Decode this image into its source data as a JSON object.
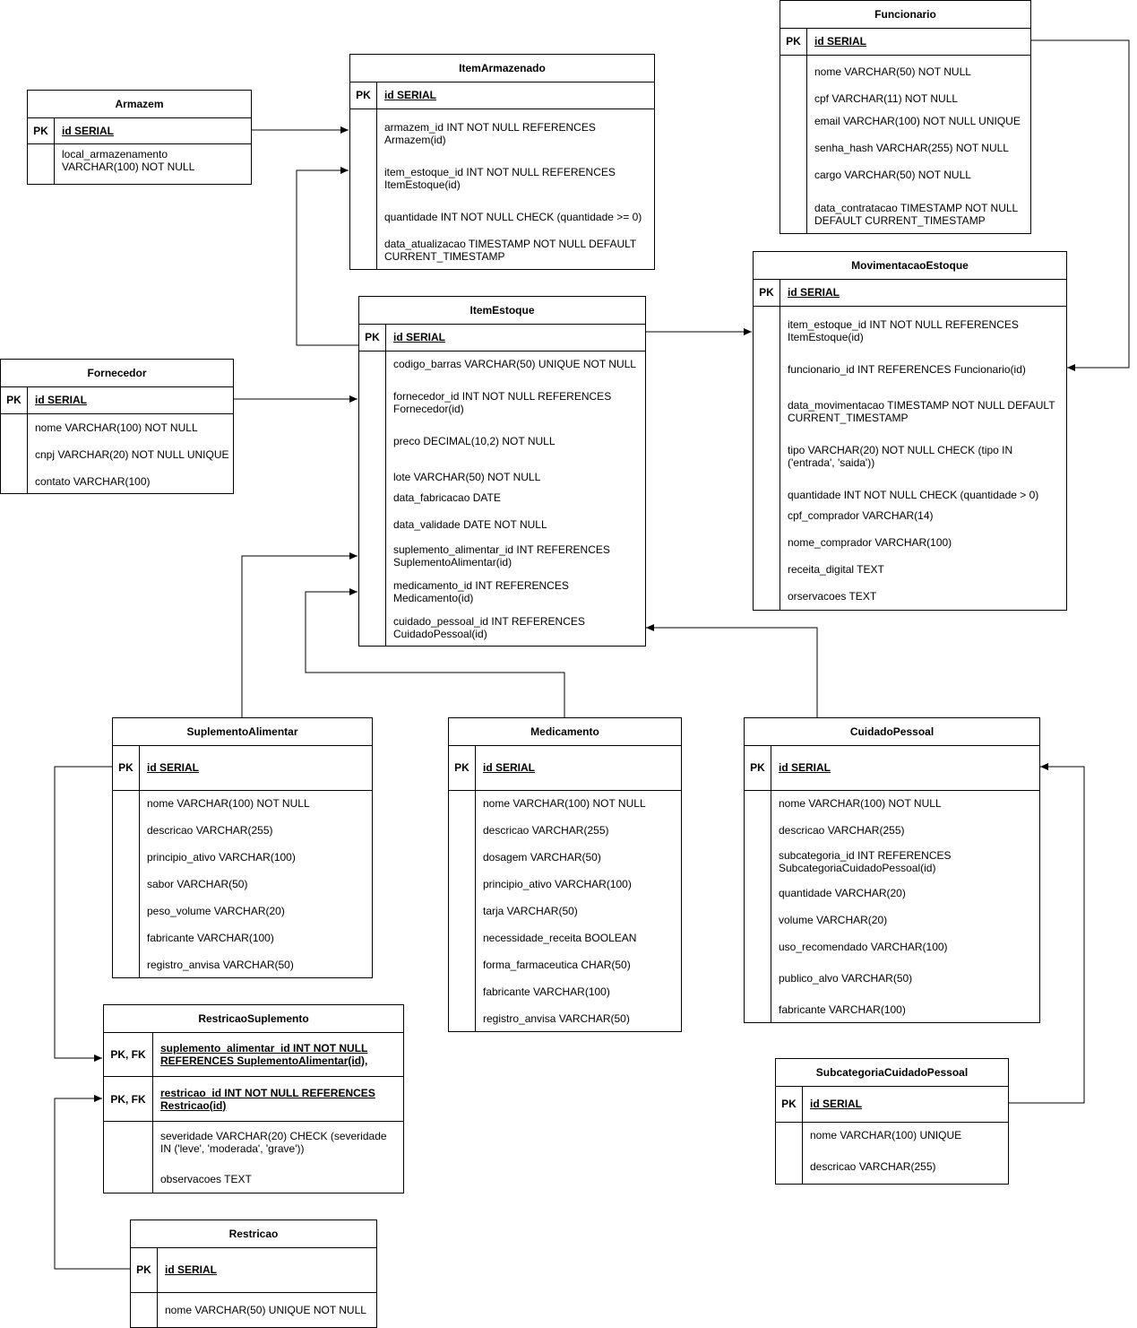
{
  "entities": {
    "funcionario": {
      "title": "Funcionario",
      "key_label": "PK",
      "pk": "id SERIAL",
      "attrs": [
        "nome VARCHAR(50) NOT NULL",
        "cpf VARCHAR(11) NOT NULL",
        "email VARCHAR(100)  NOT NULL UNIQUE",
        "senha_hash VARCHAR(255) NOT NULL",
        "cargo VARCHAR(50) NOT NULL",
        "data_contratacao TIMESTAMP NOT NULL DEFAULT CURRENT_TIMESTAMP"
      ]
    },
    "itemarmazenado": {
      "title": "ItemArmazenado",
      "key_label": "PK",
      "pk": "id SERIAL",
      "attrs": [
        "armazem_id INT NOT NULL REFERENCES Armazem(id)",
        "item_estoque_id INT NOT NULL REFERENCES ItemEstoque(id)",
        "quantidade INT NOT NULL CHECK (quantidade >= 0)",
        "data_atualizacao TIMESTAMP NOT NULL DEFAULT CURRENT_TIMESTAMP"
      ]
    },
    "armazem": {
      "title": "Armazem",
      "key_label": "PK",
      "pk": "id SERIAL",
      "attrs": [
        "local_armazenamento VARCHAR(100) NOT NULL"
      ]
    },
    "movimentacao": {
      "title": "MovimentacaoEstoque",
      "key_label": "PK",
      "pk": "id SERIAL",
      "attrs": [
        "item_estoque_id INT NOT NULL REFERENCES ItemEstoque(id)",
        "funcionario_id INT REFERENCES Funcionario(id)",
        "data_movimentacao TIMESTAMP NOT NULL DEFAULT CURRENT_TIMESTAMP",
        "tipo VARCHAR(20) NOT NULL CHECK (tipo IN ('entrada', 'saida'))",
        "quantidade INT NOT NULL CHECK (quantidade > 0)",
        "cpf_comprador VARCHAR(14)",
        "nome_comprador VARCHAR(100)",
        "receita_digital TEXT",
        "orservacoes TEXT"
      ]
    },
    "itemestoque": {
      "title": "ItemEstoque",
      "key_label": "PK",
      "pk": "id SERIAL",
      "attrs": [
        "codigo_barras VARCHAR(50) UNIQUE NOT NULL",
        "fornecedor_id INT NOT NULL REFERENCES Fornecedor(id)",
        "preco DECIMAL(10,2) NOT NULL",
        "lote VARCHAR(50) NOT NULL",
        "data_fabricacao DATE",
        "data_validade DATE NOT NULL",
        "suplemento_alimentar_id INT REFERENCES SuplementoAlimentar(id)",
        "medicamento_id INT REFERENCES Medicamento(id)",
        "cuidado_pessoal_id INT REFERENCES CuidadoPessoal(id)"
      ]
    },
    "fornecedor": {
      "title": "Fornecedor",
      "key_label": "PK",
      "pk": "id SERIAL",
      "attrs": [
        "nome VARCHAR(100) NOT NULL",
        "cnpj VARCHAR(20) NOT NULL UNIQUE",
        "contato VARCHAR(100)"
      ]
    },
    "suplemento": {
      "title": "SuplementoAlimentar",
      "key_label": "PK",
      "pk": "id SERIAL",
      "attrs": [
        "nome VARCHAR(100) NOT NULL",
        "descricao VARCHAR(255)",
        "principio_ativo VARCHAR(100)",
        "sabor VARCHAR(50)",
        "peso_volume VARCHAR(20)",
        "fabricante VARCHAR(100)",
        "registro_anvisa VARCHAR(50)"
      ]
    },
    "medicamento": {
      "title": "Medicamento",
      "key_label": "PK",
      "pk": "id SERIAL",
      "attrs": [
        "nome VARCHAR(100) NOT NULL",
        "descricao VARCHAR(255)",
        "dosagem VARCHAR(50)",
        "principio_ativo VARCHAR(100)",
        "tarja VARCHAR(50)",
        "necessidade_receita BOOLEAN",
        "forma_farmaceutica CHAR(50)",
        "fabricante VARCHAR(100)",
        "registro_anvisa VARCHAR(50)"
      ]
    },
    "cuidado": {
      "title": "CuidadoPessoal",
      "key_label": "PK",
      "pk": "id SERIAL",
      "attrs": [
        "nome VARCHAR(100) NOT NULL",
        "descricao VARCHAR(255)",
        "subcategoria_id INT REFERENCES SubcategoriaCuidadoPessoal(id)",
        "quantidade VARCHAR(20)",
        "volume VARCHAR(20)",
        "uso_recomendado VARCHAR(100)",
        "publico_alvo VARCHAR(50)",
        "fabricante VARCHAR(100)"
      ]
    },
    "restricaosuplemento": {
      "title": "RestricaoSuplemento",
      "key_label_1": "PK, FK",
      "key_1": "suplemento_alimentar_id INT NOT NULL REFERENCES SuplementoAlimentar(id),",
      "key_label_2": "PK, FK",
      "key_2": "restricao_id INT NOT NULL REFERENCES Restricao(id)",
      "attrs": [
        "severidade VARCHAR(20) CHECK (severidade IN ('leve', 'moderada', 'grave'))",
        "observacoes TEXT"
      ]
    },
    "subcategoria": {
      "title": "SubcategoriaCuidadoPessoal",
      "key_label": "PK",
      "pk": "id SERIAL",
      "attrs": [
        "nome VARCHAR(100) UNIQUE",
        "descricao VARCHAR(255)"
      ]
    },
    "restricao": {
      "title": "Restricao",
      "key_label": "PK",
      "pk": "id SERIAL",
      "attrs": [
        "nome VARCHAR(50) UNIQUE NOT NULL"
      ]
    }
  }
}
